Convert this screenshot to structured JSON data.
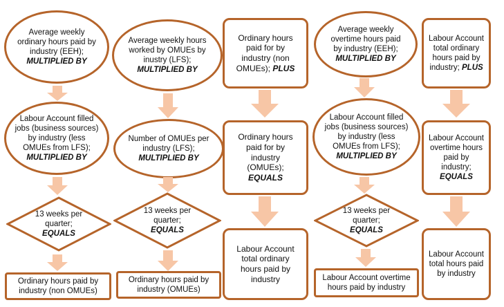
{
  "colors": {
    "border": "#b5642a",
    "arrow": "#f7c6a6"
  },
  "col1": {
    "n1_text": "Average weekly ordinary hours paid by industry (EEH);",
    "n1_kw": "MULTIPLIED BY",
    "n2_text": "Labour Account filled jobs (business sources) by industry (less OMUEs from LFS);",
    "n2_kw": "MULTIPLIED BY",
    "n3_text": "13 weeks per quarter;",
    "n3_kw": "EQUALS",
    "n4_text": "Ordinary hours paid by industry (non OMUEs)"
  },
  "col2": {
    "n1_text": "Average weekly hours worked by OMUEs by inustry (LFS);",
    "n1_kw": "MULTIPLIED BY",
    "n2_text": "Number of OMUEs per industry (LFS);",
    "n2_kw": "MULTIPLIED BY",
    "n3_text": "13 weeks per quarter;",
    "n3_kw": "EQUALS",
    "n4_text": "Ordinary hours paid by industry (OMUEs)"
  },
  "col3": {
    "n1_text": "Ordinary hours paid for by industry (non OMUEs);",
    "n1_kw": "PLUS",
    "n2_text": "Ordinary hours paid for by industry (OMUEs);",
    "n2_kw": "EQUALS",
    "n3_text": "Labour Account total ordinary hours paid by industry"
  },
  "col4": {
    "n1_text": "Average weekly overtime hours paid by industry (EEH);",
    "n1_kw": "MULTIPLIED BY",
    "n2_text": "Labour Account filled jobs (business sources) by industry (less OMUEs from LFS);",
    "n2_kw": "MULTIPLIED BY",
    "n3_text": "13 weeks per quarter;",
    "n3_kw": "EQUALS",
    "n4_text": "Labour Account overtime hours paid by industry"
  },
  "col5": {
    "n1_text": "Labour Account total ordinary hours paid by industry;",
    "n1_kw": "PLUS",
    "n2_text": "Labour Account overtime hours paid by industry;",
    "n2_kw": "EQUALS",
    "n3_text": "Labour Account total hours paid by industry"
  }
}
